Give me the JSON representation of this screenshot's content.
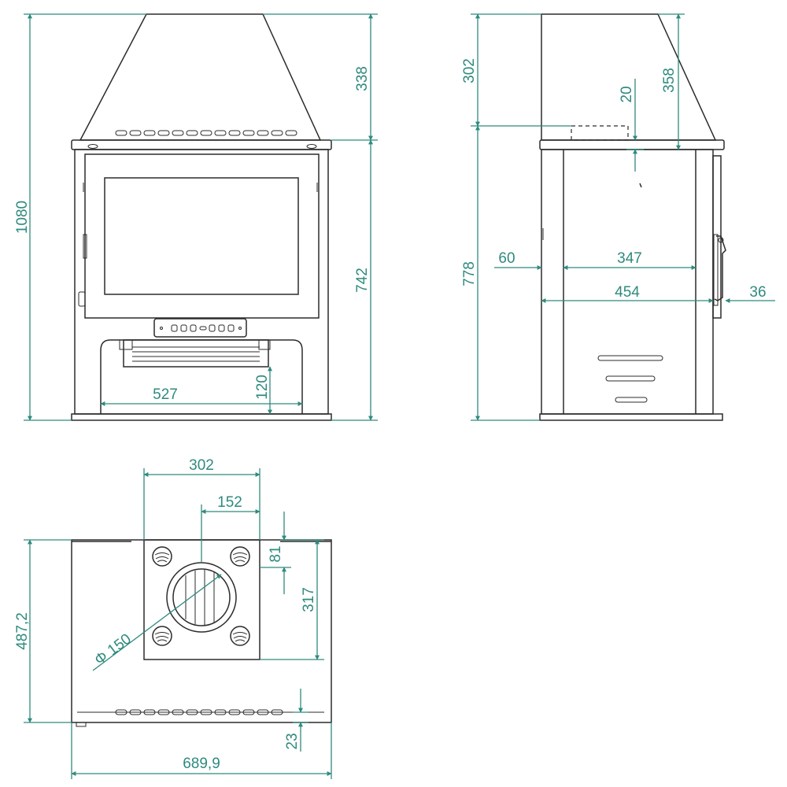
{
  "front_view": {
    "dimensions": {
      "overall_height": "1080",
      "hood_height": "338",
      "body_height": "742",
      "base_opening_width": "527",
      "base_opening_height": "120"
    }
  },
  "side_view": {
    "dimensions": {
      "top_height": "302",
      "hood_height": "358",
      "flue_offset": "20",
      "body_height": "778",
      "back_offset": "60",
      "inner_depth": "347",
      "overall_depth": "454",
      "handle_depth": "36"
    }
  },
  "top_view": {
    "dimensions": {
      "plate_width": "302",
      "flue_center_offset": "152",
      "plate_front_offset": "81",
      "plate_depth": "317",
      "flue_diameter": "Φ 150",
      "overall_depth": "487,2",
      "front_lip": "23",
      "overall_width": "689,9"
    }
  },
  "colors": {
    "dimension_lines": "#2f8a7e",
    "object_lines": "#2b2b2b",
    "background": "#ffffff"
  }
}
